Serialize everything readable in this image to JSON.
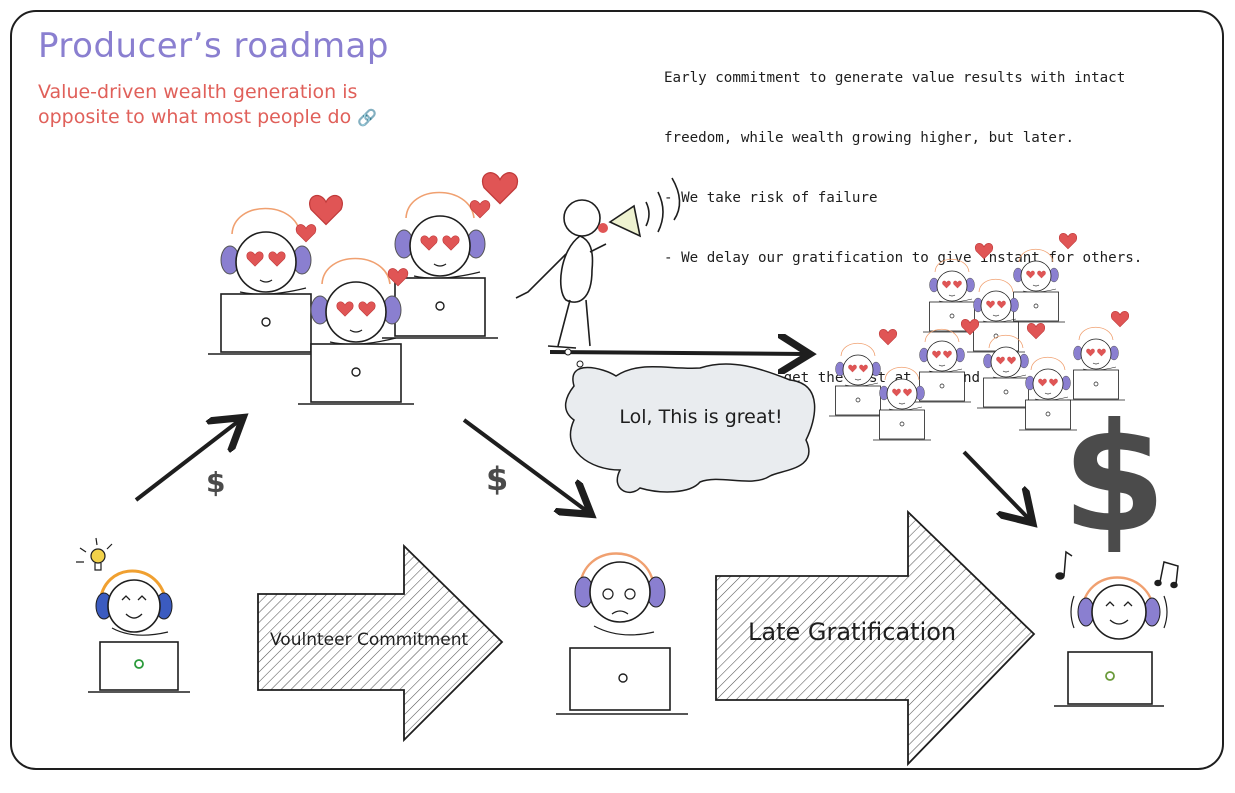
{
  "title": "Producer’s roadmap",
  "subtitle_line1": "Value-driven wealth generation is",
  "subtitle_line2": "opposite to what most people do",
  "note_lines": [
    "Early commitment to generate value results with intact",
    "freedom, while wealth growing higher, but later.",
    "- We take risk of failure",
    "- We delay our gratification to give instant for others.",
    "",
    "Therefore, we get the most at the end."
  ],
  "bubble": "Lol, This is great!",
  "arrow1_label": "Voulnteer Commitment",
  "arrow2_label": "Late Gratification",
  "dollar_small_1": "$",
  "dollar_small_2": "$",
  "dollar_big": "$",
  "icons": {
    "link": "link-icon",
    "idea": "lightbulb-icon",
    "megaphone": "megaphone-icon",
    "music": "music-note-icon"
  },
  "colors": {
    "title": "#8a7fd0",
    "subtitle": "#e0605a",
    "heart": "#e05555",
    "headphone": "#7b6fd0",
    "hair": "#f0a070",
    "dollar": "#4b4b4b"
  }
}
